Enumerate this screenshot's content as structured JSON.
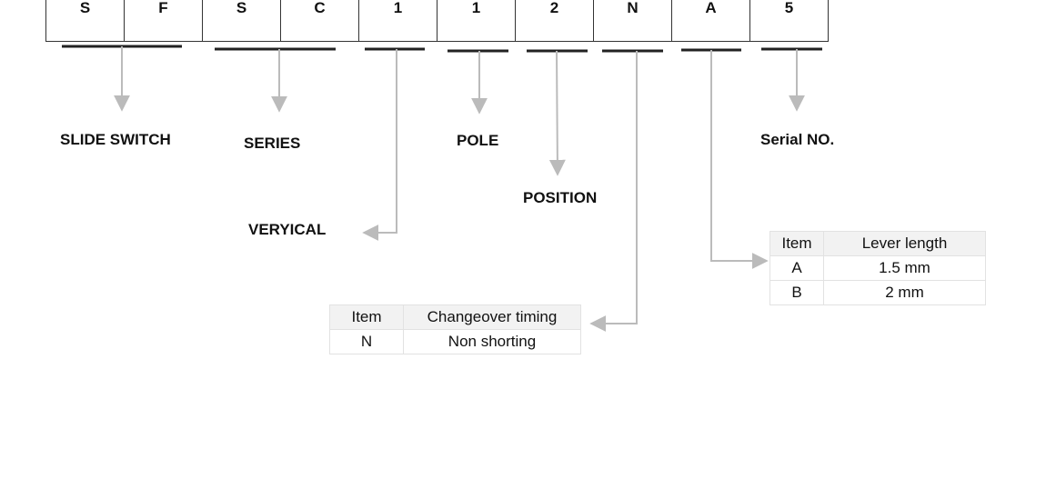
{
  "code_chars": [
    "S",
    "F",
    "S",
    "C",
    "1",
    "1",
    "2",
    "N",
    "A",
    "5"
  ],
  "labels": {
    "slide_switch": "SLIDE SWITCH",
    "series": "SERIES",
    "pole": "POLE",
    "serial_no": "Serial NO.",
    "position": "POSITION",
    "vertical": "VERYICAL"
  },
  "lever_table": {
    "headers": [
      "Item",
      "Lever length"
    ],
    "rows": [
      [
        "A",
        "1.5 mm"
      ],
      [
        "B",
        "2 mm"
      ]
    ]
  },
  "timing_table": {
    "headers": [
      "Item",
      "Changeover timing"
    ],
    "rows": [
      [
        "N",
        "Non shorting"
      ]
    ]
  },
  "colors": {
    "connector": "#bbbbbb",
    "underline": "#222222",
    "border": "#333333"
  }
}
